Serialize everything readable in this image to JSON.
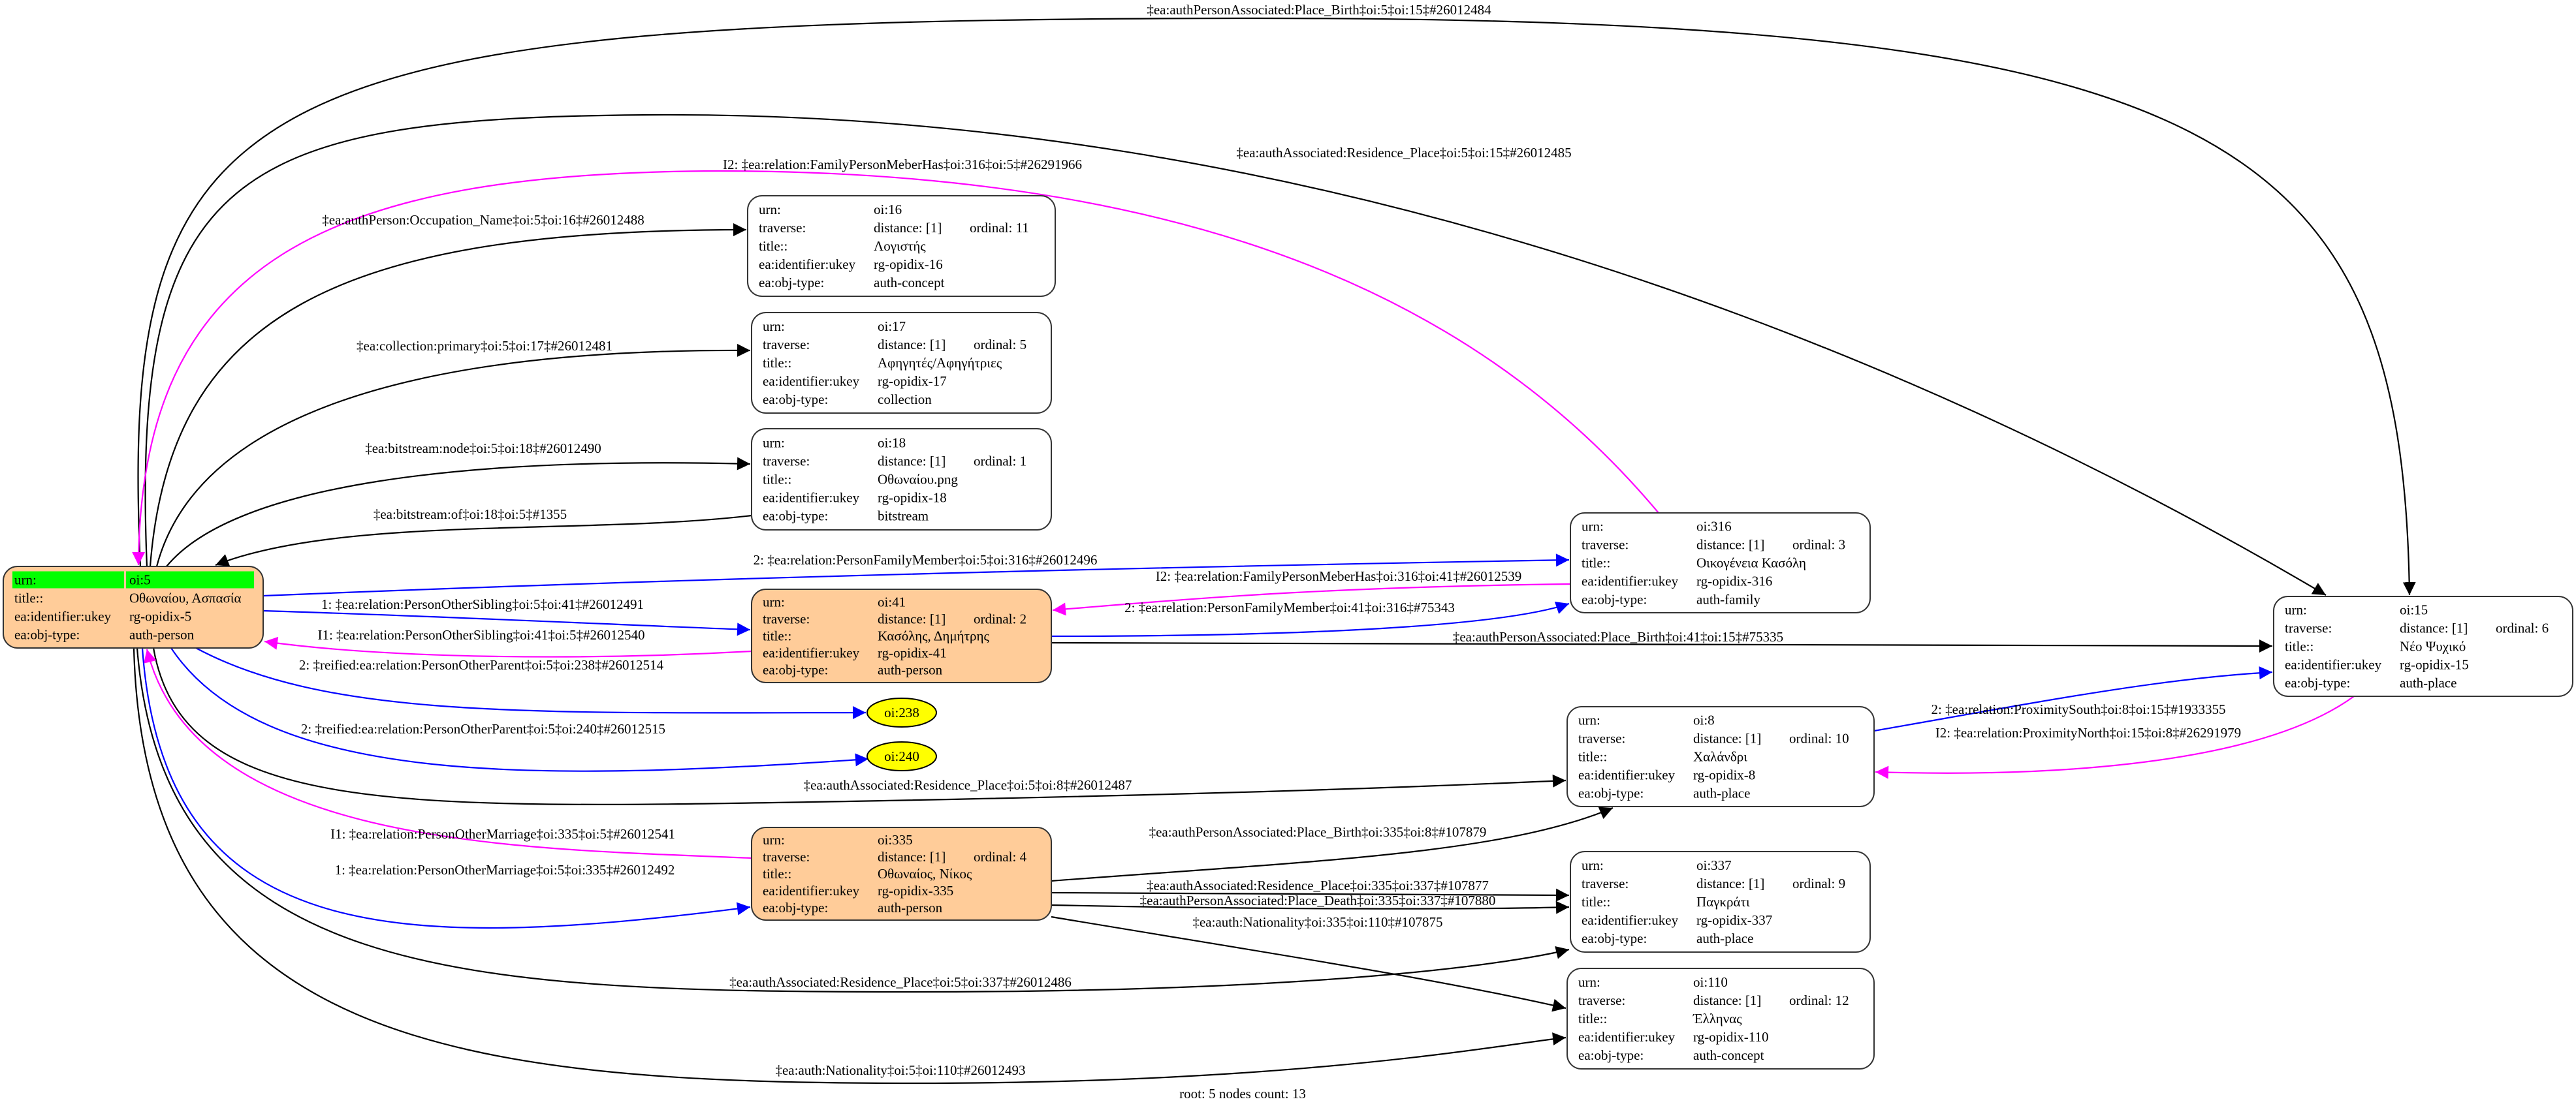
{
  "footer": "root: 5 nodes count: 13",
  "colors": {
    "orange": "#ffcc99",
    "green": "#00ff00",
    "yellow": "#ffff00",
    "white": "#ffffff",
    "black": "#000000",
    "blue": "#0000ff",
    "magenta": "#ff00ff"
  },
  "nodes": [
    {
      "id": "oi5",
      "fill": "orange",
      "rows": [
        [
          "urn:",
          "oi:5"
        ],
        [
          "title::",
          "Οθωναίου, Ασπασία"
        ],
        [
          "ea:identifier:ukey",
          "rg-opidix-5"
        ],
        [
          "ea:obj-type:",
          "auth-person"
        ]
      ],
      "highlight_first_row": "green"
    },
    {
      "id": "oi16",
      "fill": "white",
      "rows": [
        [
          "urn:",
          "oi:16"
        ],
        [
          "traverse:",
          "distance: [1]",
          "ordinal: 11"
        ],
        [
          "title::",
          "Λογιστής"
        ],
        [
          "ea:identifier:ukey",
          "rg-opidix-16"
        ],
        [
          "ea:obj-type:",
          "auth-concept"
        ]
      ]
    },
    {
      "id": "oi17",
      "fill": "white",
      "rows": [
        [
          "urn:",
          "oi:17"
        ],
        [
          "traverse:",
          "distance: [1]",
          "ordinal: 5"
        ],
        [
          "title::",
          "Αφηγητές/Αφηγήτριες"
        ],
        [
          "ea:identifier:ukey",
          "rg-opidix-17"
        ],
        [
          "ea:obj-type:",
          "collection"
        ]
      ]
    },
    {
      "id": "oi18",
      "fill": "white",
      "rows": [
        [
          "urn:",
          "oi:18"
        ],
        [
          "traverse:",
          "distance: [1]",
          "ordinal: 1"
        ],
        [
          "title::",
          "Οθωναίου.png"
        ],
        [
          "ea:identifier:ukey",
          "rg-opidix-18"
        ],
        [
          "ea:obj-type:",
          "bitstream"
        ]
      ]
    },
    {
      "id": "oi41",
      "fill": "orange",
      "rows": [
        [
          "urn:",
          "oi:41"
        ],
        [
          "traverse:",
          "distance: [1]",
          "ordinal: 2"
        ],
        [
          "title::",
          "Κασόλης, Δημήτρης"
        ],
        [
          "ea:identifier:ukey",
          "rg-opidix-41"
        ],
        [
          "ea:obj-type:",
          "auth-person"
        ]
      ]
    },
    {
      "id": "oi335",
      "fill": "orange",
      "rows": [
        [
          "urn:",
          "oi:335"
        ],
        [
          "traverse:",
          "distance: [1]",
          "ordinal: 4"
        ],
        [
          "title::",
          "Οθωναίος, Νίκος"
        ],
        [
          "ea:identifier:ukey",
          "rg-opidix-335"
        ],
        [
          "ea:obj-type:",
          "auth-person"
        ]
      ]
    },
    {
      "id": "oi316",
      "fill": "white",
      "rows": [
        [
          "urn:",
          "oi:316"
        ],
        [
          "traverse:",
          "distance: [1]",
          "ordinal: 3"
        ],
        [
          "title::",
          "Οικογένεια Κασόλη"
        ],
        [
          "ea:identifier:ukey",
          "rg-opidix-316"
        ],
        [
          "ea:obj-type:",
          "auth-family"
        ]
      ]
    },
    {
      "id": "oi8",
      "fill": "white",
      "rows": [
        [
          "urn:",
          "oi:8"
        ],
        [
          "traverse:",
          "distance: [1]",
          "ordinal: 10"
        ],
        [
          "title::",
          "Χαλάνδρι"
        ],
        [
          "ea:identifier:ukey",
          "rg-opidix-8"
        ],
        [
          "ea:obj-type:",
          "auth-place"
        ]
      ]
    },
    {
      "id": "oi337",
      "fill": "white",
      "rows": [
        [
          "urn:",
          "oi:337"
        ],
        [
          "traverse:",
          "distance: [1]",
          "ordinal: 9"
        ],
        [
          "title::",
          "Παγκράτι"
        ],
        [
          "ea:identifier:ukey",
          "rg-opidix-337"
        ],
        [
          "ea:obj-type:",
          "auth-place"
        ]
      ]
    },
    {
      "id": "oi110",
      "fill": "white",
      "rows": [
        [
          "urn:",
          "oi:110"
        ],
        [
          "traverse:",
          "distance: [1]",
          "ordinal: 12"
        ],
        [
          "title::",
          "Έλληνας"
        ],
        [
          "ea:identifier:ukey",
          "rg-opidix-110"
        ],
        [
          "ea:obj-type:",
          "auth-concept"
        ]
      ]
    },
    {
      "id": "oi15",
      "fill": "white",
      "rows": [
        [
          "urn:",
          "oi:15"
        ],
        [
          "traverse:",
          "distance: [1]",
          "ordinal: 6"
        ],
        [
          "title::",
          "Νέο Ψυχικό"
        ],
        [
          "ea:identifier:ukey",
          "rg-opidix-15"
        ],
        [
          "ea:obj-type:",
          "auth-place"
        ]
      ]
    }
  ],
  "ellipses": [
    {
      "id": "oi238",
      "label": "oi:238",
      "fill": "yellow"
    },
    {
      "id": "oi240",
      "label": "oi:240",
      "fill": "yellow"
    }
  ],
  "edges": [
    {
      "from": "oi:5",
      "to": "oi:15",
      "color": "black",
      "label": "‡ea:authPersonAssociated:Place_Birth‡oi:5‡oi:15‡#26012484"
    },
    {
      "from": "oi:5",
      "to": "oi:15",
      "color": "black",
      "label": "‡ea:authAssociated:Residence_Place‡oi:5‡oi:15‡#26012485"
    },
    {
      "from": "oi:316",
      "to": "oi:5",
      "color": "magenta",
      "label": "I2: ‡ea:relation:FamilyPersonMeberHas‡oi:316‡oi:5‡#26291966"
    },
    {
      "from": "oi:5",
      "to": "oi:16",
      "color": "black",
      "label": "‡ea:authPerson:Occupation_Name‡oi:5‡oi:16‡#26012488"
    },
    {
      "from": "oi:5",
      "to": "oi:17",
      "color": "black",
      "label": "‡ea:collection:primary‡oi:5‡oi:17‡#26012481"
    },
    {
      "from": "oi:5",
      "to": "oi:18",
      "color": "black",
      "label": "‡ea:bitstream:node‡oi:5‡oi:18‡#26012490"
    },
    {
      "from": "oi:18",
      "to": "oi:5",
      "color": "black",
      "label": "‡ea:bitstream:of‡oi:18‡oi:5‡#1355"
    },
    {
      "from": "oi:5",
      "to": "oi:316",
      "color": "blue",
      "label": "2: ‡ea:relation:PersonFamilyMember‡oi:5‡oi:316‡#26012496"
    },
    {
      "from": "oi:5",
      "to": "oi:41",
      "color": "blue",
      "label": "1: ‡ea:relation:PersonOtherSibling‡oi:5‡oi:41‡#26012491"
    },
    {
      "from": "oi:41",
      "to": "oi:5",
      "color": "magenta",
      "label": "I1: ‡ea:relation:PersonOtherSibling‡oi:41‡oi:5‡#26012540"
    },
    {
      "from": "oi:316",
      "to": "oi:41",
      "color": "magenta",
      "label": "I2: ‡ea:relation:FamilyPersonMeberHas‡oi:316‡oi:41‡#26012539"
    },
    {
      "from": "oi:41",
      "to": "oi:316",
      "color": "blue",
      "label": "2: ‡ea:relation:PersonFamilyMember‡oi:41‡oi:316‡#75343"
    },
    {
      "from": "oi:41",
      "to": "oi:15",
      "color": "black",
      "label": "‡ea:authPersonAssociated:Place_Birth‡oi:41‡oi:15‡#75335"
    },
    {
      "from": "oi:5",
      "to": "oi:238",
      "color": "blue",
      "label": "2: ‡reified:ea:relation:PersonOtherParent‡oi:5‡oi:238‡#26012514"
    },
    {
      "from": "oi:5",
      "to": "oi:240",
      "color": "blue",
      "label": "2: ‡reified:ea:relation:PersonOtherParent‡oi:5‡oi:240‡#26012515"
    },
    {
      "from": "oi:5",
      "to": "oi:8",
      "color": "black",
      "label": "‡ea:authAssociated:Residence_Place‡oi:5‡oi:8‡#26012487"
    },
    {
      "from": "oi:335",
      "to": "oi:5",
      "color": "magenta",
      "label": "I1: ‡ea:relation:PersonOtherMarriage‡oi:335‡oi:5‡#26012541"
    },
    {
      "from": "oi:5",
      "to": "oi:335",
      "color": "blue",
      "label": "1: ‡ea:relation:PersonOtherMarriage‡oi:5‡oi:335‡#26012492"
    },
    {
      "from": "oi:335",
      "to": "oi:8",
      "color": "black",
      "label": "‡ea:authPersonAssociated:Place_Birth‡oi:335‡oi:8‡#107879"
    },
    {
      "from": "oi:335",
      "to": "oi:337",
      "color": "black",
      "label": "‡ea:authAssociated:Residence_Place‡oi:335‡oi:337‡#107877"
    },
    {
      "from": "oi:335",
      "to": "oi:337",
      "color": "black",
      "label": "‡ea:authPersonAssociated:Place_Death‡oi:335‡oi:337‡#107880"
    },
    {
      "from": "oi:335",
      "to": "oi:110",
      "color": "black",
      "label": "‡ea:auth:Nationality‡oi:335‡oi:110‡#107875"
    },
    {
      "from": "oi:8",
      "to": "oi:15",
      "color": "blue",
      "label": "2: ‡ea:relation:ProximitySouth‡oi:8‡oi:15‡#1933355"
    },
    {
      "from": "oi:15",
      "to": "oi:8",
      "color": "magenta",
      "label": "I2: ‡ea:relation:ProximityNorth‡oi:15‡oi:8‡#26291979"
    },
    {
      "from": "oi:5",
      "to": "oi:337",
      "color": "black",
      "label": "‡ea:authAssociated:Residence_Place‡oi:5‡oi:337‡#26012486"
    },
    {
      "from": "oi:5",
      "to": "oi:110",
      "color": "black",
      "label": "‡ea:auth:Nationality‡oi:5‡oi:110‡#26012493"
    }
  ]
}
